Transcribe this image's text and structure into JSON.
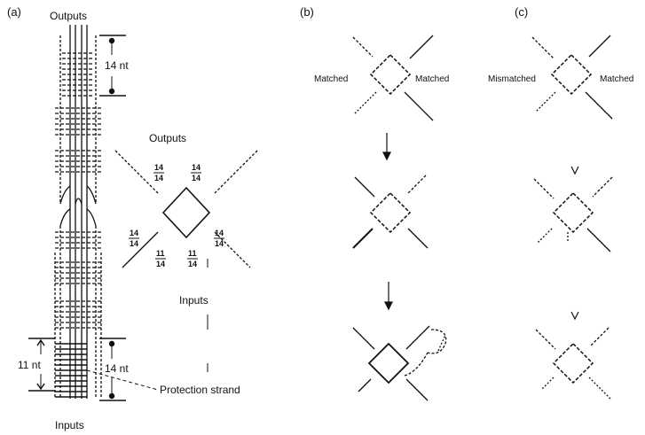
{
  "panels": {
    "a": {
      "label": "(a)",
      "outputs_top": "Outputs",
      "inputs_bottom": "Inputs",
      "length_top": "14 nt",
      "length_left": "11 nt",
      "length_right": "14 nt",
      "outputs_mid": "Outputs",
      "inputs_mid": "Inputs",
      "protection_strand": "Protection strand",
      "arm_fraction_num": "14",
      "arm_fraction_den": "14",
      "input_fraction_num": "11",
      "input_fraction_den": "14"
    },
    "b": {
      "label": "(b)",
      "left_arm": "Matched",
      "right_arm": "Matched"
    },
    "c": {
      "label": "(c)",
      "left_arm": "Mismatched",
      "right_arm": "Matched"
    }
  }
}
